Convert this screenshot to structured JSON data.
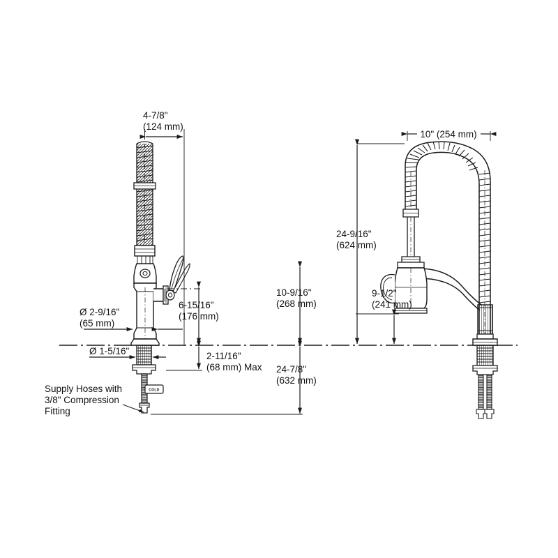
{
  "document": {
    "type": "technical-dimension-drawing",
    "subject": "Pre-rinse pull-down kitchen faucet",
    "background_color": "#ffffff",
    "line_color": "#1a1a1a"
  },
  "views": {
    "left": {
      "name": "side-elevation-view",
      "label": "Side elevation with coiled spring spout folded"
    },
    "right": {
      "name": "front-elevation-view",
      "label": "Front elevation with coiled spring arch"
    }
  },
  "dimensions": {
    "left_view": [
      {
        "id": "spout-reach",
        "name": "dimension-4-7-8",
        "imperial": "4-7/8\"",
        "metric": "(124 mm)",
        "orientation": "horizontal"
      },
      {
        "id": "body-diameter",
        "name": "dimension-dia-2-9-16",
        "imperial": "Ø 2-9/16\"",
        "metric": "(65 mm)",
        "orientation": "horizontal"
      },
      {
        "id": "handle-height",
        "name": "dimension-6-15-16",
        "imperial": "6-15/16\"",
        "metric": "(176 mm)",
        "orientation": "vertical"
      },
      {
        "id": "shank-diameter",
        "name": "dimension-dia-1-5-16",
        "imperial": "Ø 1-5/16\"",
        "metric": "",
        "orientation": "horizontal"
      },
      {
        "id": "deck-thickness-max",
        "name": "dimension-2-11-16-max",
        "imperial": "2-11/16\"",
        "metric": "(68 mm) Max",
        "orientation": "vertical"
      },
      {
        "id": "height-above-deck",
        "name": "dimension-10-9-16",
        "imperial": "10-9/16\"",
        "metric": "(268 mm)",
        "orientation": "vertical"
      },
      {
        "id": "length-below-deck",
        "name": "dimension-24-7-8",
        "imperial": "24-7/8\"",
        "metric": "(632 mm)",
        "orientation": "vertical"
      }
    ],
    "right_view": [
      {
        "id": "spout-width",
        "name": "dimension-10-inch",
        "imperial": "10\" (254 mm)",
        "metric": "",
        "orientation": "horizontal"
      },
      {
        "id": "overall-height",
        "name": "dimension-24-9-16",
        "imperial": "24-9/16\"",
        "metric": "(624 mm)",
        "orientation": "vertical"
      },
      {
        "id": "spout-clearance",
        "name": "dimension-9-1-2",
        "imperial": "9-1/2\"",
        "metric": "(241 mm)",
        "orientation": "vertical"
      }
    ]
  },
  "annotations": [
    {
      "id": "supply-hoses-note",
      "name": "supply-hoses-callout",
      "lines": [
        "Supply Hoses with",
        "3/8\" Compression",
        "Fitting"
      ]
    }
  ],
  "labels": {
    "cold_tag": "COLD"
  }
}
